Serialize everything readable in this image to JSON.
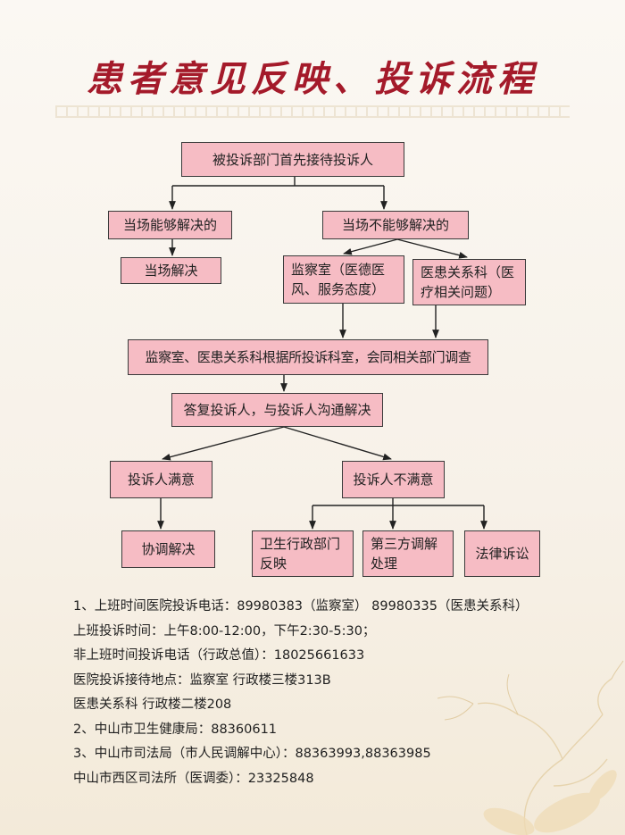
{
  "title": "患者意见反映、投诉流程",
  "nodes": {
    "first_receive": "被投诉部门首先接待投诉人",
    "can_resolve": "当场能够解决的",
    "cannot_resolve": "当场不能够解决的",
    "resolve_on_spot": "当场解决",
    "supervision": "监察室（医德医风、服务态度）",
    "patient_relations": "医患关系科（医疗相关问题）",
    "investigate": "监察室、医患关系科根据所投诉科室，会同相关部门调查",
    "reply": "答复投诉人，与投诉人沟通解决",
    "satisfied": "投诉人满意",
    "unsatisfied": "投诉人不满意",
    "coordinate": "协调解决",
    "health_admin": "卫生行政部门反映",
    "third_party": "第三方调解处理",
    "litigation": "法律诉讼"
  },
  "info": {
    "line1": "1、上班时间医院投诉电话：89980383（监察室）   89980335（医患关系科）",
    "line2": "上班投诉时间：上午8:00-12:00，下午2:30-5:30；",
    "line3": "非上班时间投诉电话（行政总值）：18025661633",
    "line4": "医院投诉接待地点：监察室      行政楼三楼313B",
    "line5": "医患关系科  行政楼二楼208",
    "line6": "2、中山市卫生健康局：88360611",
    "line7": "3、中山市司法局（市人民调解中心）：88363993,88363985",
    "line8": "中山市西区司法所（医调委）：23325848"
  },
  "colors": {
    "title": "#a41a2a",
    "node_fill": "#f6bcc4",
    "node_border": "#3a3a3a",
    "background": "#f8f3ea"
  }
}
